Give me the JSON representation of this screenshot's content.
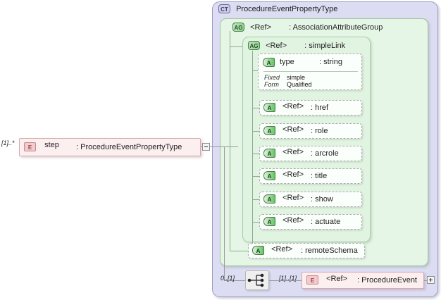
{
  "diagram": {
    "kind": "xml-schema-complextype",
    "colors": {
      "complextype_fill": "#dcdcf3",
      "complextype_border": "#9d9dc4",
      "group_fill": "#e6f6e6",
      "group_border": "#9ec69e",
      "attribute_fill": "#fbfffb",
      "element_fill": "#fceff0",
      "element_border": "#dba8ad"
    }
  },
  "complex_type": {
    "icon": "ct-icon",
    "icon_label": "CT",
    "name": "ProcedureEventPropertyType"
  },
  "outer_group": {
    "icon": "ag-icon",
    "icon_label": "AG",
    "ref": "<Ref>",
    "type": ": AssociationAttributeGroup"
  },
  "inner_group": {
    "icon": "ag-icon",
    "icon_label": "AG",
    "ref": "<Ref>",
    "type": ": simpleLink"
  },
  "type_attribute": {
    "icon": "a-icon",
    "icon_label": "A",
    "name": "type",
    "type": ": string",
    "facets": [
      {
        "label": "Fixed",
        "value": "simple"
      },
      {
        "label": "Form",
        "value": "Qualified"
      }
    ]
  },
  "attributes": [
    {
      "icon": "a-icon",
      "icon_label": "A",
      "ref": "<Ref>",
      "type": ": href"
    },
    {
      "icon": "a-icon",
      "icon_label": "A",
      "ref": "<Ref>",
      "type": ": role"
    },
    {
      "icon": "a-icon",
      "icon_label": "A",
      "ref": "<Ref>",
      "type": ": arcrole"
    },
    {
      "icon": "a-icon",
      "icon_label": "A",
      "ref": "<Ref>",
      "type": ": title"
    },
    {
      "icon": "a-icon",
      "icon_label": "A",
      "ref": "<Ref>",
      "type": ": show"
    },
    {
      "icon": "a-icon",
      "icon_label": "A",
      "ref": "<Ref>",
      "type": ": actuate"
    }
  ],
  "remote_schema": {
    "icon": "a-icon",
    "icon_label": "A",
    "ref": "<Ref>",
    "type": ": remoteSchema"
  },
  "step_element": {
    "icon": "e-icon",
    "icon_label": "E",
    "cardinality": "[1]..*",
    "name": "step",
    "type": ": ProcedureEventPropertyType",
    "toggle": "collapse"
  },
  "sequence": {
    "icon": "sequence-icon",
    "left_cardinality": "0..[1]",
    "right_cardinality": "[1]..[1]"
  },
  "procedure_event_element": {
    "icon": "e-icon",
    "icon_label": "E",
    "ref": "<Ref>",
    "type": ": ProcedureEvent",
    "toggle": "expand"
  }
}
